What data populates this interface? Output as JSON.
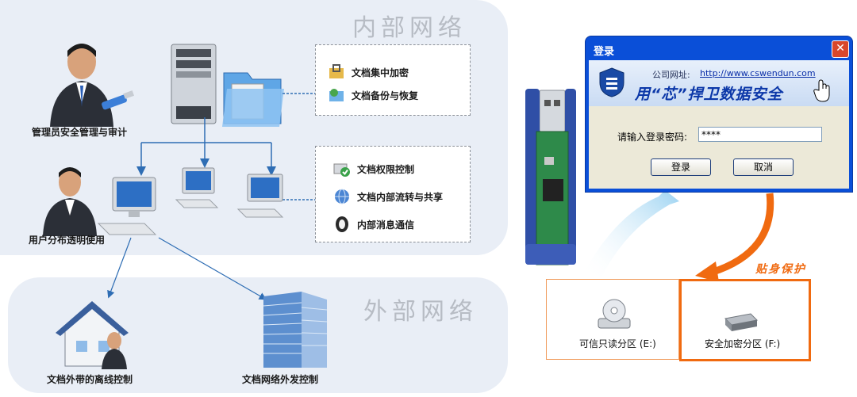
{
  "internal_network": {
    "title": "内部网络",
    "admin_label": "管理员安全管理与审计",
    "user_label": "用户分布透明使用",
    "server_features": [
      "文档集中加密",
      "文档备份与恢复"
    ],
    "client_features": [
      "文档权限控制",
      "文档内部流转与共享",
      "内部消息通信"
    ]
  },
  "external_network": {
    "title": "外部网络",
    "offline_label": "文档外带的离线控制",
    "outbound_label": "文档网络外发控制"
  },
  "login_dialog": {
    "title": "登录",
    "website_label": "公司网址:",
    "website_url": "http://www.cswendun.com",
    "slogan": "用“芯”捍卫数据安全",
    "password_label": "请输入登录密码:",
    "password_value": "****",
    "login_button": "登录",
    "cancel_button": "取消"
  },
  "protection_label": "贴身保护",
  "drives": [
    {
      "label": "可信只读分区 (E:)",
      "icon": "cd-drive-icon"
    },
    {
      "label": "安全加密分区 (F:)",
      "icon": "hard-drive-icon"
    }
  ],
  "colors": {
    "panel": "#e9eef6",
    "arrow": "#2e6db4",
    "orange": "#f06a10",
    "dialog_title": "#0a4fd8"
  }
}
